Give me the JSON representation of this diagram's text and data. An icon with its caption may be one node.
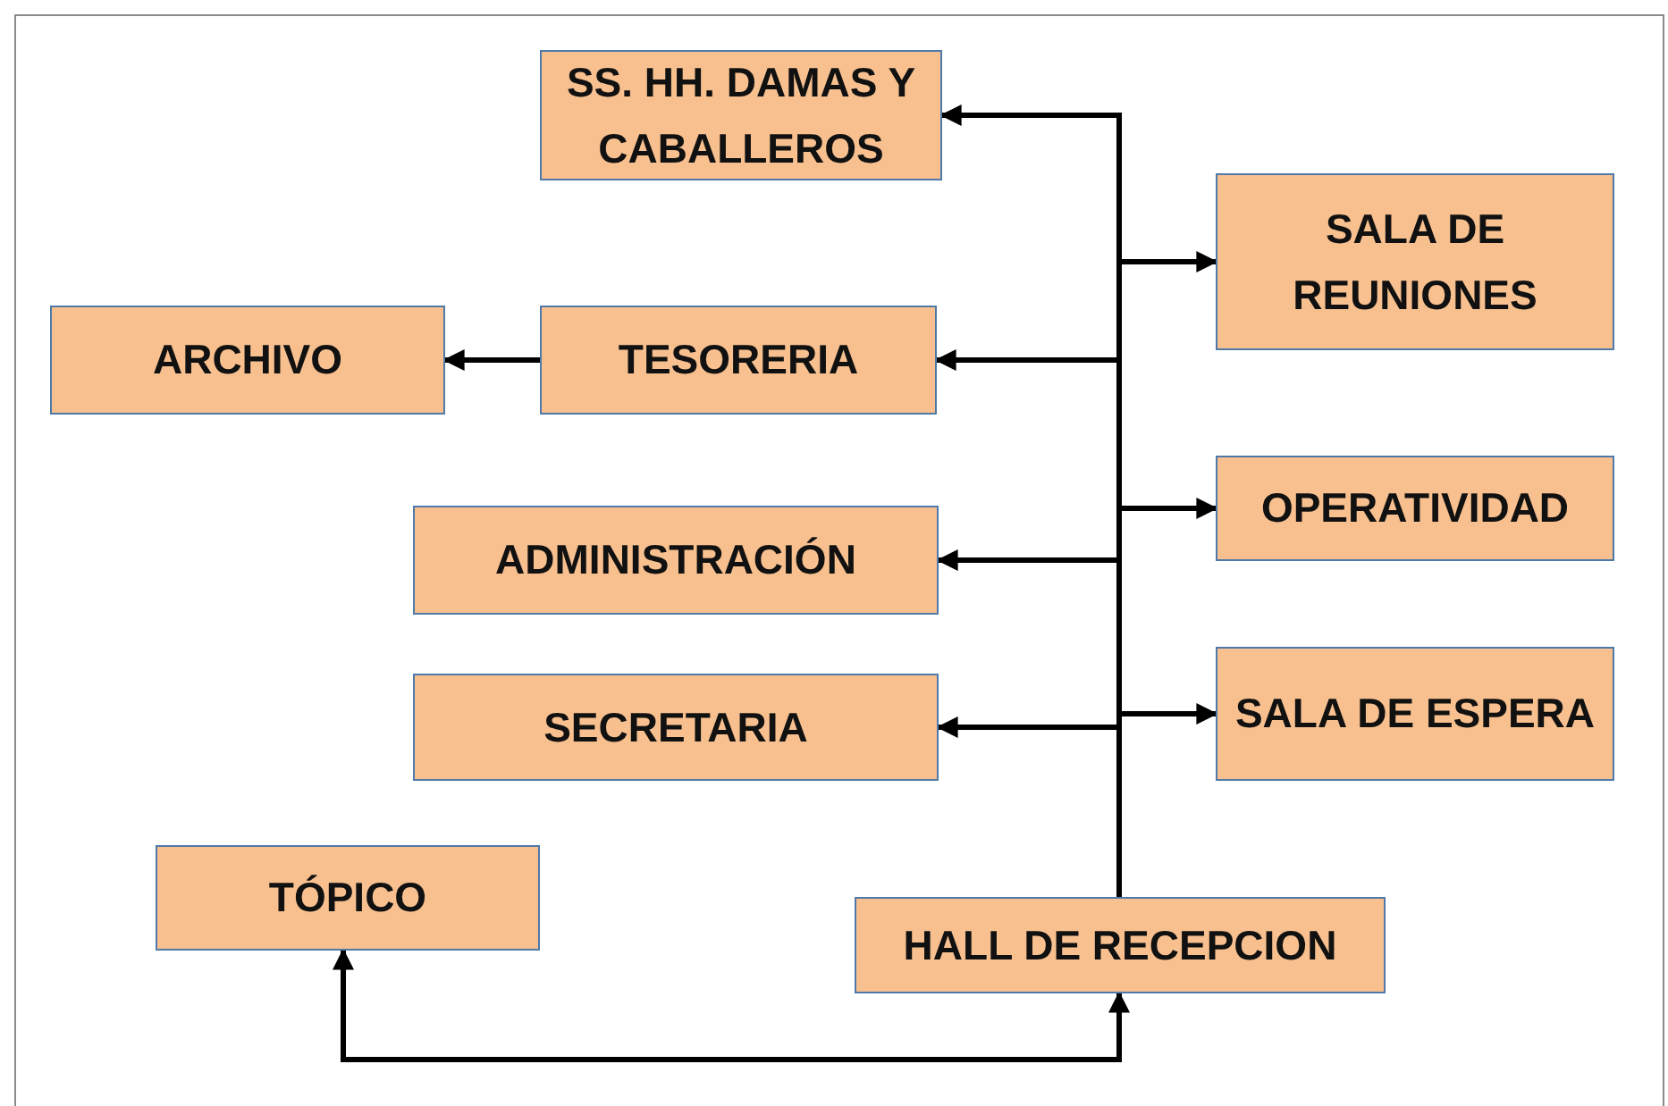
{
  "diagram": {
    "nodes": [
      {
        "text": [
          "SS. HH. DAMAS Y CABALLEROS"
        ]
      },
      {
        "text": [
          "SALA DE REUNIONES"
        ]
      },
      {
        "text": [
          "ARCHIVO"
        ]
      },
      {
        "text": [
          "TESORERIA"
        ]
      },
      {
        "text": [
          "OPERATIVIDAD"
        ]
      },
      {
        "text": [
          "ADMINISTRACIÓN"
        ]
      },
      {
        "text": [
          "SECRETARIA"
        ]
      },
      {
        "text": [
          "SALA DE ESPERA"
        ]
      },
      {
        "text": [
          "TÓPICO"
        ]
      },
      {
        "text": [
          "HALL DE RECEPCION"
        ]
      }
    ],
    "edges": [
      {
        "from": 9,
        "to": 0,
        "arrow": "to"
      },
      {
        "from": 9,
        "to": 1,
        "arrow": "to"
      },
      {
        "from": 9,
        "to": 3,
        "arrow": "to"
      },
      {
        "from": 3,
        "to": 2,
        "arrow": "to"
      },
      {
        "from": 9,
        "to": 4,
        "arrow": "to"
      },
      {
        "from": 9,
        "to": 5,
        "arrow": "to"
      },
      {
        "from": 9,
        "to": 7,
        "arrow": "to"
      },
      {
        "from": 9,
        "to": 6,
        "arrow": "to"
      },
      {
        "from": 9,
        "to": 8,
        "arrow": "both"
      }
    ]
  }
}
